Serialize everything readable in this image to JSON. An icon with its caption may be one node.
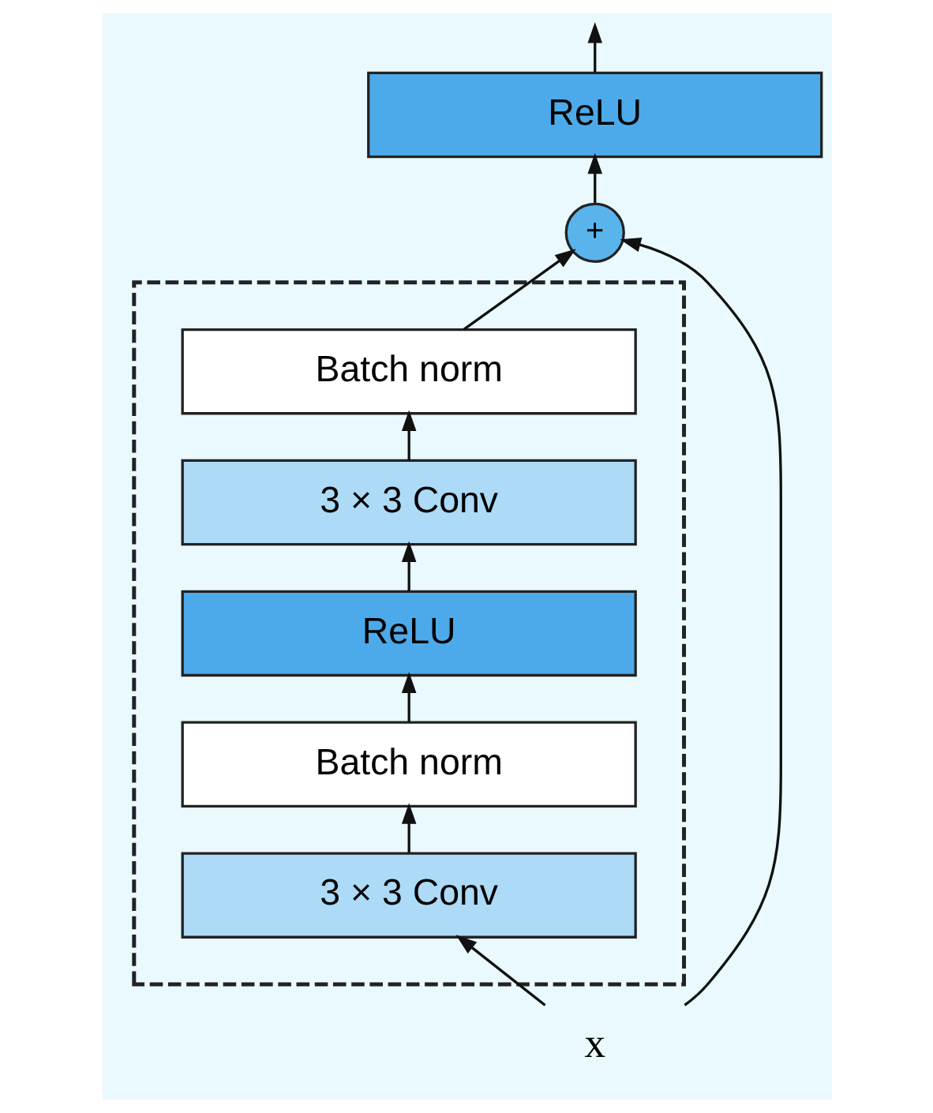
{
  "diagram": {
    "nodes": [
      {
        "text": [
          "ReLU"
        ]
      },
      {
        "text": [
          "+"
        ]
      },
      {
        "text": [],
        "shape": "box"
      },
      {
        "text": [
          "Batch norm"
        ],
        "in": 2
      },
      {
        "text": [
          "3 × 3 Conv"
        ],
        "in": 2
      },
      {
        "text": [
          "ReLU"
        ],
        "in": 2
      },
      {
        "text": [
          "Batch norm"
        ],
        "in": 2
      },
      {
        "text": [
          "3 × 3 Conv"
        ],
        "in": 2
      },
      {
        "text": [
          "x"
        ]
      }
    ],
    "edges": [
      {
        "from": 8,
        "to": 7,
        "arrow": "to"
      },
      {
        "from": 7,
        "to": 6,
        "arrow": "to"
      },
      {
        "from": 6,
        "to": 5,
        "arrow": "to"
      },
      {
        "from": 5,
        "to": 4,
        "arrow": "to"
      },
      {
        "from": 4,
        "to": 3,
        "arrow": "to"
      },
      {
        "from": 3,
        "to": 1,
        "arrow": "to"
      },
      {
        "from": 8,
        "to": 1,
        "arrow": "to"
      },
      {
        "from": 1,
        "to": 0,
        "arrow": "to"
      },
      {
        "from": 0,
        "to": null,
        "arrow": "to"
      }
    ]
  }
}
